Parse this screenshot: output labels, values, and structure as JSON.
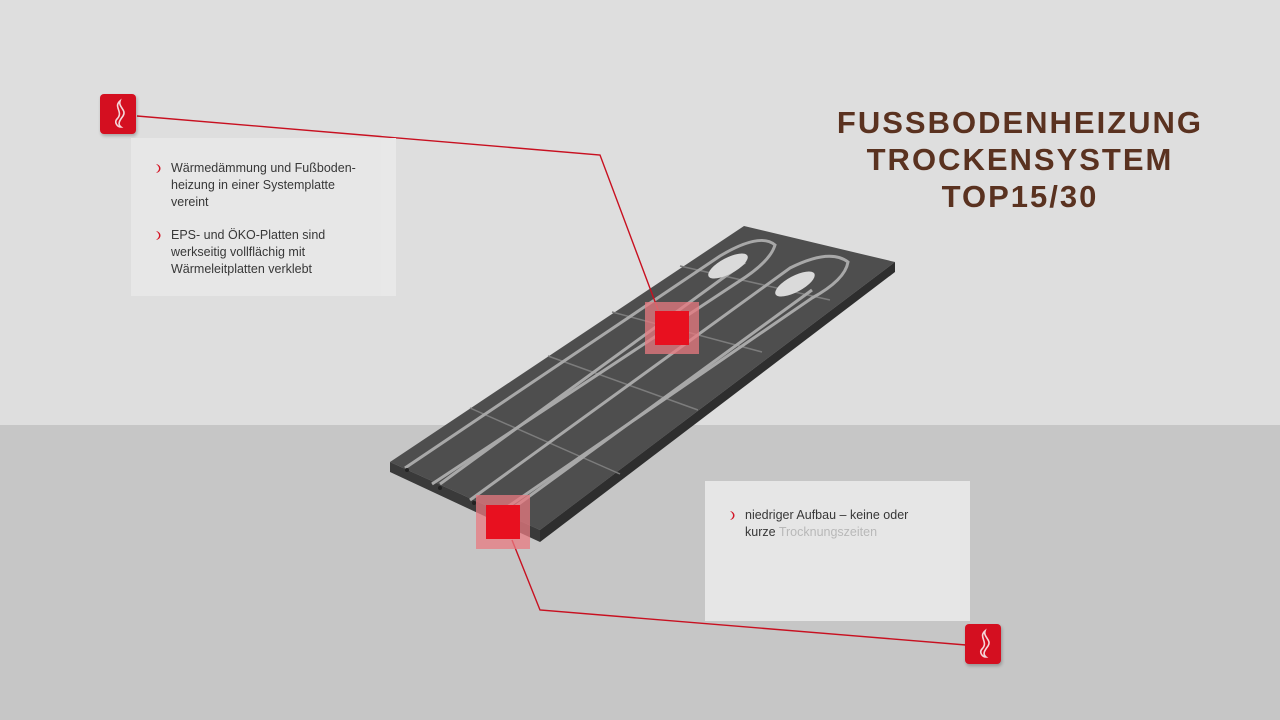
{
  "title": {
    "line1": "FUSSBODENHEIZUNG",
    "line2": "TROCKENSYSTEM",
    "line3": "TOP15/30"
  },
  "panel_top": {
    "items": [
      {
        "line1": "Wärmedämmung und Fußboden-",
        "line2": "heizung in einer Systemplatte",
        "line3": "vereint"
      },
      {
        "line1": "EPS- und ÖKO-Platten sind",
        "line2": "werkseitig vollflächig mit",
        "line3": "Wärmeleitplatten verklebt"
      }
    ]
  },
  "panel_bottom": {
    "item": {
      "line1": "niedriger Aufbau – keine oder",
      "line2_visible": "kurze",
      "line2_fading": "Trocknungszeiten"
    }
  },
  "colors": {
    "accent": "#d40f20",
    "title": "#5a3220",
    "panel_bg": "#e8e8e8",
    "board": "#4a4a4a",
    "wall": "#dedede",
    "floor": "#c6c6c6"
  },
  "icons": {
    "badge": "flame-logo-icon",
    "bullet": "crescent-bullet-icon"
  }
}
